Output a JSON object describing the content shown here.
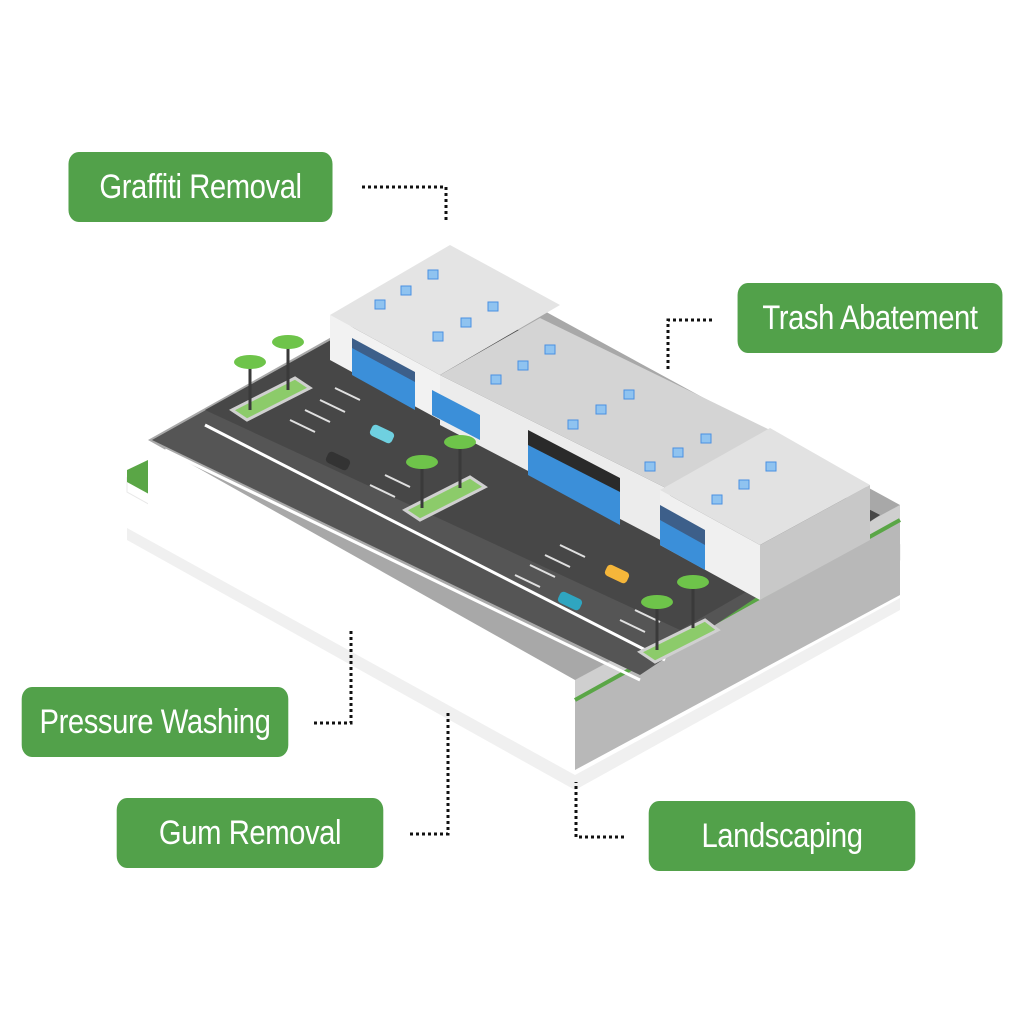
{
  "title": "Commercial property services illustration",
  "colors": {
    "label_bg": "#52a14a",
    "label_text": "#ffffff",
    "connector": "#111111",
    "grass": "#5aa646",
    "roof": "#d9d9d9",
    "asphalt": "#4a4a4a",
    "glass": "#3b8fd9"
  },
  "labels": [
    {
      "id": "graffiti",
      "text": "Graffiti Removal"
    },
    {
      "id": "trash",
      "text": "Trash Abatement"
    },
    {
      "id": "pressure",
      "text": "Pressure Washing"
    },
    {
      "id": "gum",
      "text": "Gum Removal"
    },
    {
      "id": "landscaping",
      "text": "Landscaping"
    }
  ],
  "scene": {
    "elements": [
      "building",
      "rooftop-ac-units",
      "parking-lot",
      "palm-trees",
      "cars",
      "street",
      "sidewalk",
      "grass-layer",
      "base-layer"
    ],
    "cars": [
      "teal-car",
      "black-car",
      "yellow-taxi",
      "blue-car"
    ]
  }
}
